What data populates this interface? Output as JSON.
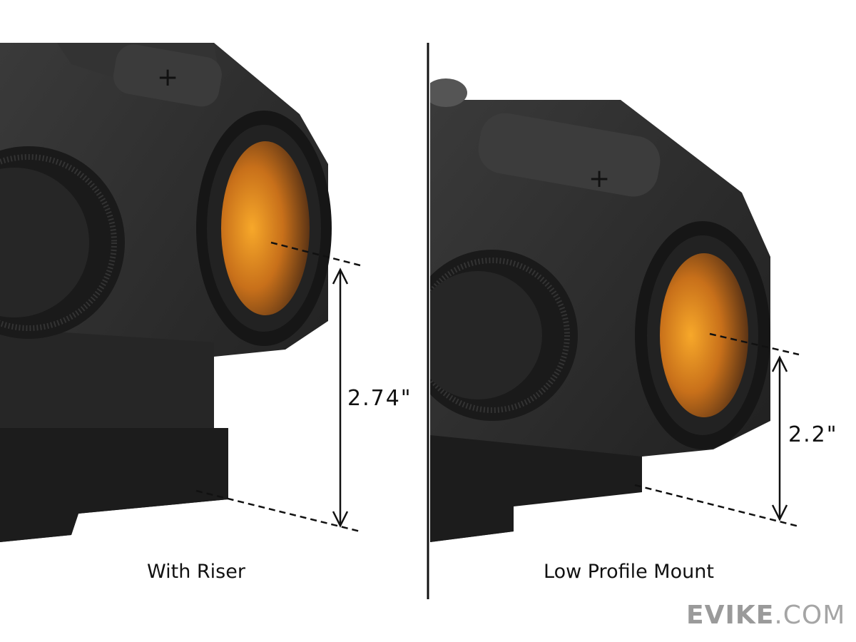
{
  "panels": [
    {
      "caption": "With Riser",
      "height_label": "2.74\""
    },
    {
      "caption": "Low Profile Mount",
      "height_label": "2.2\""
    }
  ],
  "brand": {
    "name": "EVIKE",
    "suffix": ".COM"
  },
  "colors": {
    "scope_body": "#2a2a2a",
    "lens": "#e8921c",
    "lines": "#111111",
    "logo": "#9a9a9a"
  }
}
